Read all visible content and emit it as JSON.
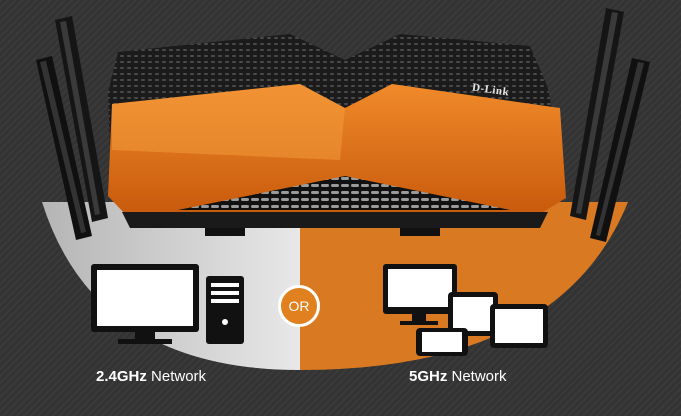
{
  "brand": {
    "logo_text": "D-Link"
  },
  "networks": [
    {
      "band": "2.4GHz",
      "suffix": " Network"
    },
    {
      "band": "5GHz",
      "suffix": " Network"
    }
  ],
  "or_label": "OR",
  "colors": {
    "accent_orange": "#e0801f",
    "left_panel": "#d6d6d6",
    "router_dark": "#1a1a1a"
  },
  "icons": [
    "monitor-icon",
    "desktop-tower-icon",
    "tablet-icon",
    "phone-icon"
  ]
}
